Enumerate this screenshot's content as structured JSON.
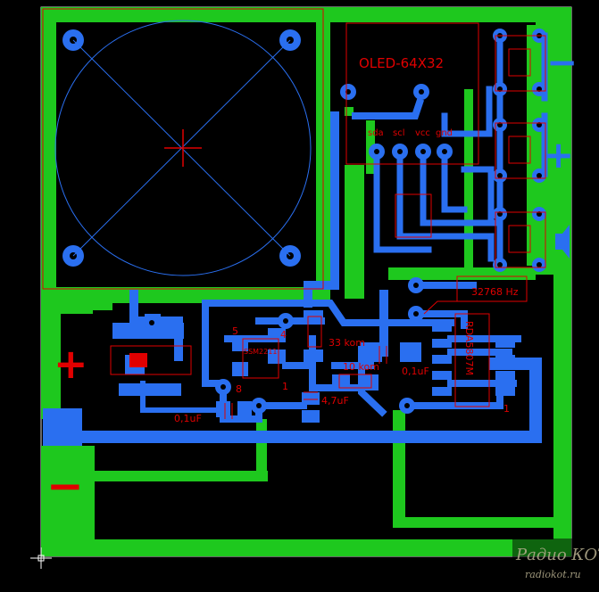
{
  "labels": {
    "oled": "OLED-64X32",
    "pins": [
      "sda",
      "scl",
      "vcc",
      "gnd"
    ],
    "crystal": "32768 Hz",
    "chip_main": "RDA5807M",
    "chip_amp": "SSM2211",
    "amp_pin5": "5",
    "amp_pin4": "4",
    "amp_pin8": "8",
    "amp_pin1": "1",
    "rda_pin1": "1",
    "r1": "33 kom",
    "r2": "10 kom",
    "c1": "0,1uF",
    "c2": "0,1uF",
    "c3": "4,7uF",
    "sign_minus_top": "−",
    "sign_plus_mid": "+",
    "sign_plus_left": "+",
    "sign_minus_left": "−"
  },
  "watermark": {
    "script": "Радио КОТ",
    "site": "radiokot.ru"
  },
  "colors": {
    "background": "#000000",
    "copper_top": "#1ec81e",
    "copper_bottom": "#2a6ff0",
    "silkscreen": "#e00000",
    "outline": "#ffffff"
  }
}
